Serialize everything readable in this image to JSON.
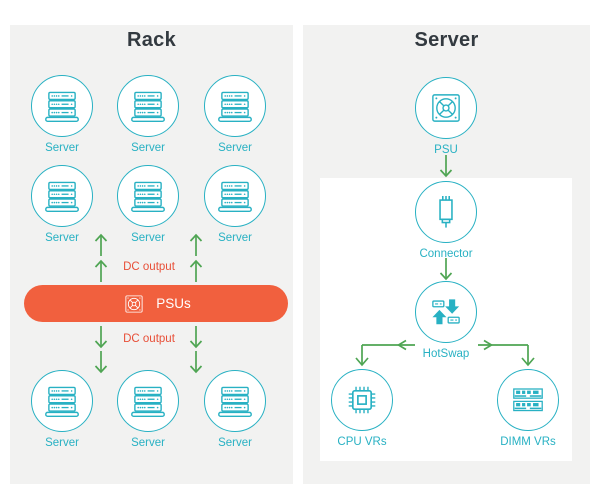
{
  "colors": {
    "teal": "#28b1c3",
    "green": "#4fa553",
    "orange": "#f1603e",
    "orangeText": "#e84f38",
    "ink": "#333a40",
    "panelBg": "#f2f2f1",
    "boxBg": "#ffffff"
  },
  "rack_panel": {
    "title": "Rack",
    "server_label": "Server",
    "dc_output_label": "DC output",
    "psus_label": "PSUs"
  },
  "server_panel": {
    "title": "Server",
    "psu_label": "PSU",
    "connector_label": "Connector",
    "hotswap_label": "HotSwap",
    "cpu_vrs_label": "CPU VRs",
    "dimm_vrs_label": "DIMM VRs"
  }
}
